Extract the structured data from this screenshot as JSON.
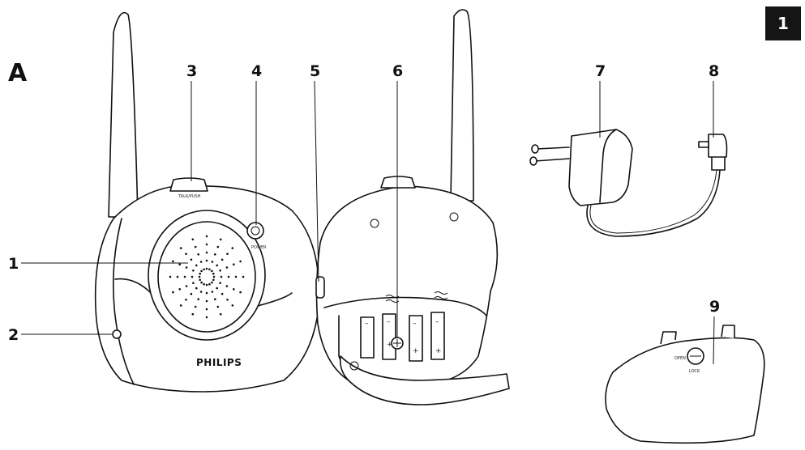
{
  "page_number": "1",
  "figure_label": "A",
  "brand": "PHILIPS",
  "button_labels": {
    "talk": "TALK/PUSH",
    "power": "POWER"
  },
  "callouts": [
    {
      "id": "1",
      "label": "1"
    },
    {
      "id": "2",
      "label": "2"
    },
    {
      "id": "3",
      "label": "3"
    },
    {
      "id": "4",
      "label": "4"
    },
    {
      "id": "5",
      "label": "5"
    },
    {
      "id": "6",
      "label": "6"
    },
    {
      "id": "7",
      "label": "7"
    },
    {
      "id": "8",
      "label": "8"
    },
    {
      "id": "9",
      "label": "9"
    }
  ],
  "lock_labels": {
    "open": "OPEN",
    "lock": "LOCK"
  }
}
